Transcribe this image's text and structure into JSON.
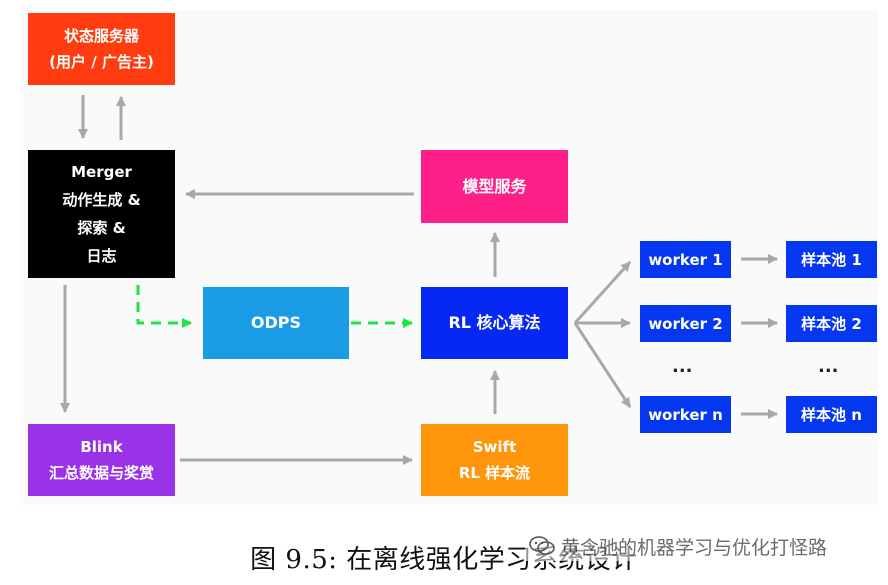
{
  "diagram": {
    "colors": {
      "state": "#ff3b0f",
      "merger": "#000000",
      "model": "#ff1f88",
      "odps": "#199be6",
      "rl": "#0727f5",
      "blink": "#9a32e8",
      "swift": "#ff950a",
      "worker": "#0536f0",
      "arrow": "#a8a8a8",
      "dashed_arrow": "#19e63c"
    },
    "nodes": {
      "state_server": {
        "line1": "状态服务器",
        "line2": "(用户 / 广告主)"
      },
      "merger": {
        "line1": "Merger",
        "line2": "动作生成 &",
        "line3": "探索 &",
        "line4": "日志"
      },
      "model_service": {
        "label": "模型服务"
      },
      "odps": {
        "label": "ODPS"
      },
      "rl_core": {
        "label": "RL 核心算法"
      },
      "blink": {
        "line1": "Blink",
        "line2": "汇总数据与奖赏"
      },
      "swift": {
        "line1": "Swift",
        "line2": "RL 样本流"
      },
      "workers": [
        {
          "label": "worker 1"
        },
        {
          "label": "worker 2"
        },
        {
          "label": "worker n"
        }
      ],
      "sample_pools": [
        {
          "label": "样本池 1"
        },
        {
          "label": "样本池 2"
        },
        {
          "label": "样本池 n"
        }
      ],
      "ellipsis": "..."
    }
  },
  "caption": "图 9.5: 在离线强化学习系统设计",
  "watermark": {
    "icon": "wechat-icon",
    "text": "黄含驰的机器学习与优化打怪路"
  }
}
